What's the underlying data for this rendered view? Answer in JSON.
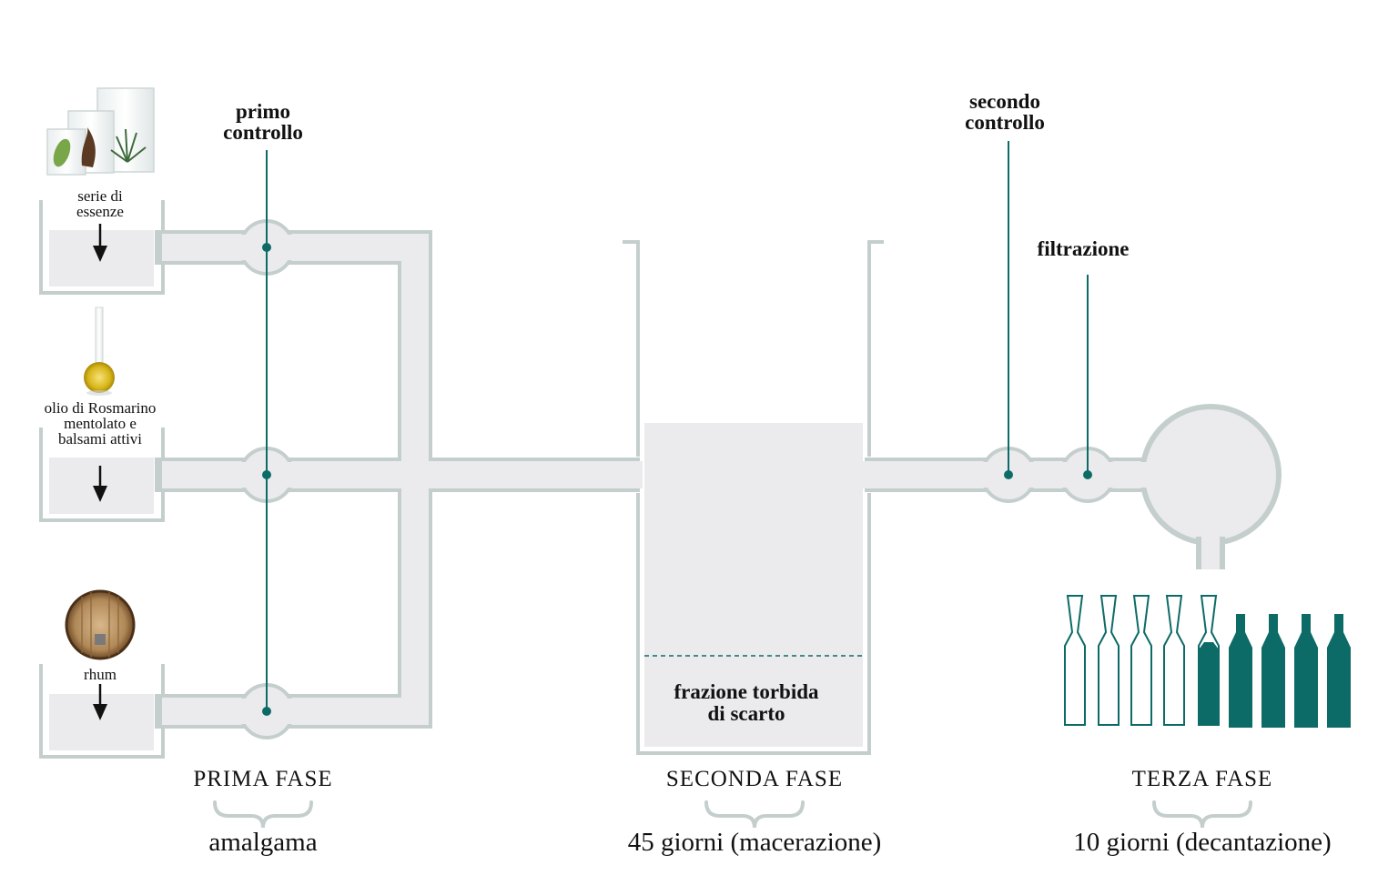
{
  "sources": [
    {
      "label_lines": [
        "serie di",
        "essenze"
      ],
      "icon": "beakers-with-herbs-icon"
    },
    {
      "label_lines": [
        "olio di Rosmarino",
        "mentolato e",
        "balsami attivi"
      ],
      "icon": "oil-flask-icon"
    },
    {
      "label_lines": [
        "rhum"
      ],
      "icon": "wooden-barrel-icon"
    }
  ],
  "controls": {
    "first": {
      "lines": [
        "primo",
        "controllo"
      ]
    },
    "second": {
      "lines": [
        "secondo",
        "controllo"
      ]
    },
    "filtration": "filtrazione"
  },
  "waste": {
    "lines": [
      "frazione torbida",
      "di scarto"
    ]
  },
  "phases": [
    {
      "name": "PRIMA FASE",
      "duration": "amalgama"
    },
    {
      "name": "SECONDA FASE",
      "duration": "45 giorni (macerazione)"
    },
    {
      "name": "TERZA FASE",
      "duration": "10 giorni (decantazione)"
    }
  ],
  "vials": {
    "empty": 5,
    "filled": 4
  },
  "colors": {
    "teal": "#0d6b67",
    "pipe_outline": "#c4cfcd",
    "pipe_fill": "#ebebed",
    "text": "#111111"
  }
}
